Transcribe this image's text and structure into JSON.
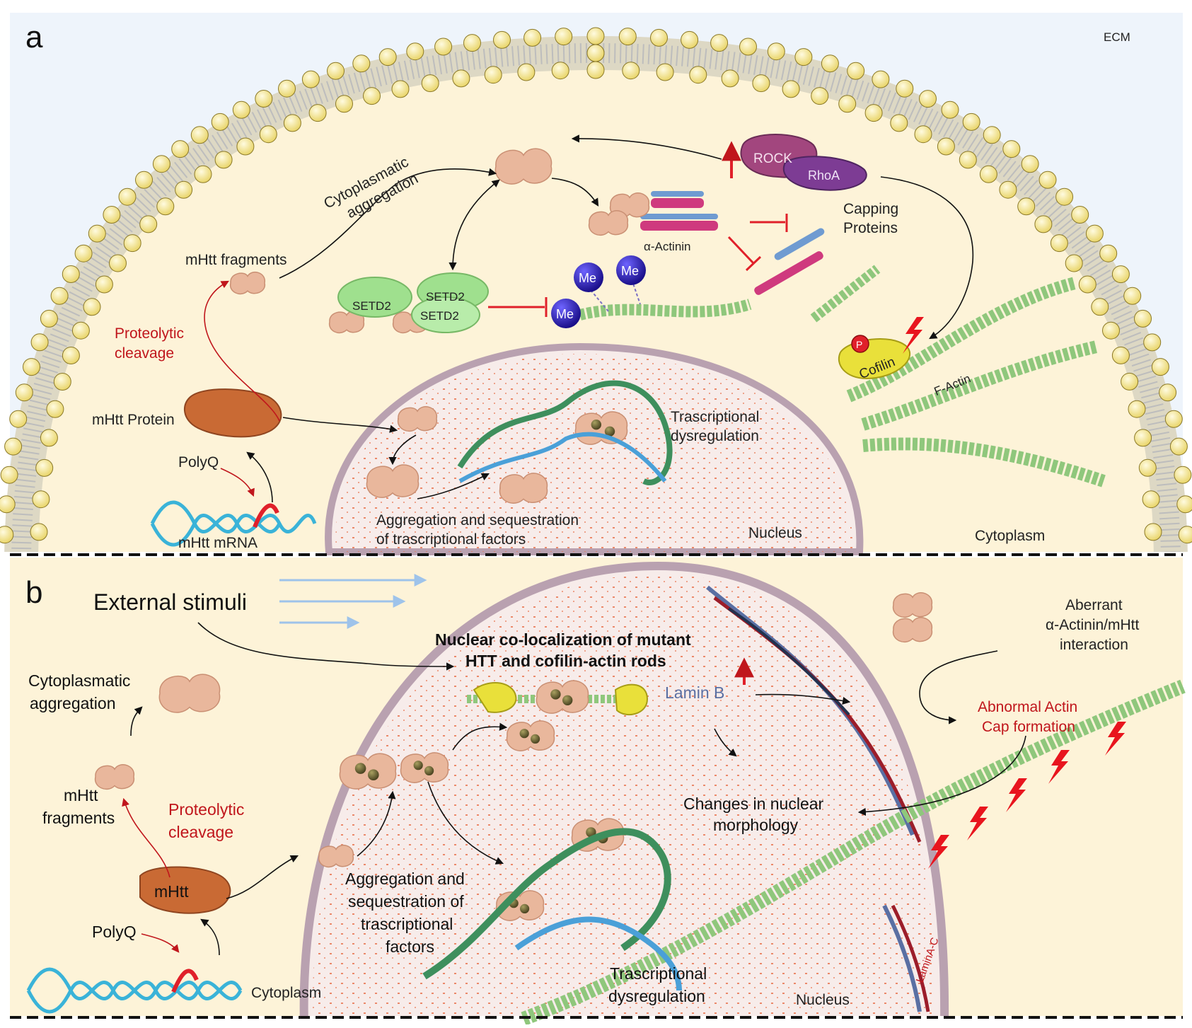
{
  "panel_a": {
    "letter": "a",
    "ecm": "ECM",
    "cytoplasm": "Cytoplasm",
    "nucleus": "Nucleus",
    "cytoplasmatic_aggregation": [
      "Cytoplasmatic",
      "aggregation"
    ],
    "mhtt_fragments": "mHtt fragments",
    "proteolytic_cleavage": [
      "Proteolytic",
      "cleavage"
    ],
    "mhtt_protein": "mHtt Protein",
    "polyq": "PolyQ",
    "mhtt_mrna": "mHtt mRNA",
    "aggregation_sequestration": [
      "Aggregation and sequestration",
      "of trascriptional factors"
    ],
    "trascriptional_dysregulation": [
      "Trascriptional",
      "dysregulation"
    ],
    "setd2": "SETD2",
    "me": "Me",
    "alpha_actinin": "α-Actinin",
    "capping_proteins": [
      "Capping",
      "Proteins"
    ],
    "rock": "ROCK",
    "rhoa": "RhoA",
    "cofilin": "Cofilin",
    "phospho": "P",
    "f_actin": "F-Actin"
  },
  "panel_b": {
    "letter": "b",
    "external_stimuli": "External stimuli",
    "nuclear_colocalization": [
      "Nuclear co-localization of mutant",
      "HTT and cofilin-actin rods"
    ],
    "cytoplasmatic_aggregation": [
      "Cytoplasmatic",
      "aggregation"
    ],
    "mhtt_fragments": [
      "mHtt",
      "fragments"
    ],
    "proteolytic_cleavage": [
      "Proteolytic",
      "cleavage"
    ],
    "mhtt": "mHtt",
    "polyq": "PolyQ",
    "cytoplasm": "Cytoplasm",
    "lamin_b": "Lamin B",
    "aberrant_interaction": [
      "Aberrant",
      "α-Actinin/mHtt",
      "interaction"
    ],
    "abnormal_actin_cap": [
      "Abnormal Actin",
      "Cap formation"
    ],
    "changes_nuclear": [
      "Changes in nuclear",
      "morphology"
    ],
    "aggregation_sequestration": [
      "Aggregation and",
      "sequestration of",
      "trascriptional",
      "factors"
    ],
    "trascriptional_dysregulation": [
      "Trascriptional",
      "dysregulation"
    ],
    "nucleus": "Nucleus",
    "lamin_ac": "LaminA-C"
  },
  "colors": {
    "cytoplasm_bg": "#fdf3d8",
    "membrane_head": "#f4e58a",
    "nucleus_fill": "#f7ecea",
    "nucleus_rim": "#b9a1b0",
    "aggregate": "#e9b79c",
    "mhtt_protein": "#c96a34",
    "setd2": "#9fe08e",
    "me_ball": "#2b1fb8",
    "actin": "#8fc77c",
    "inhibit_red": "#e0202a",
    "text_red": "#c0161c",
    "lightning": "#e8151e",
    "stimuli_arrow": "#9ec3ea"
  }
}
